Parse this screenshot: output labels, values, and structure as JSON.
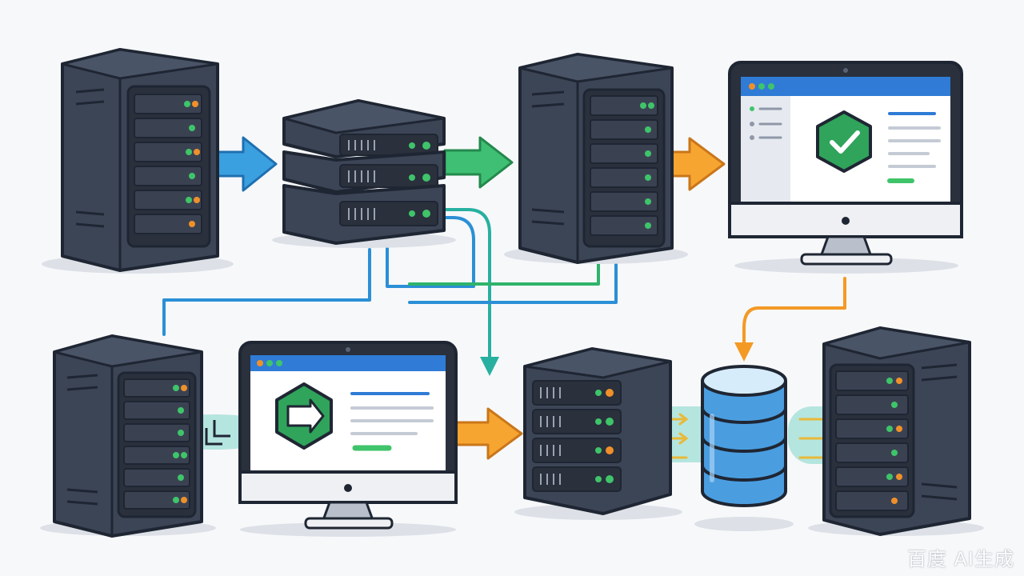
{
  "diagram": {
    "colors": {
      "background": "#f7f8fa",
      "outline": "#1f2633",
      "server_body": "#3c4556",
      "server_panel": "#2a303c",
      "led_green": "#3fc46a",
      "led_orange": "#f0902a",
      "flow_blue": "#2b8fd6",
      "flow_green": "#2fb36b",
      "flow_teal": "#27b0a0",
      "flow_orange": "#f39a25",
      "db_blue": "#4a9ee0",
      "badge_green": "#2fa45a"
    },
    "nodes": [
      {
        "name": "server-tower-1",
        "kind": "tower"
      },
      {
        "name": "switch-stack",
        "kind": "switch"
      },
      {
        "name": "server-tower-2",
        "kind": "tower"
      },
      {
        "name": "monitor-verified",
        "kind": "monitor",
        "icon": "check-shield-icon"
      },
      {
        "name": "server-tower-3",
        "kind": "tower"
      },
      {
        "name": "monitor-forward",
        "kind": "monitor",
        "icon": "arrow-shield-icon"
      },
      {
        "name": "server-rack-4",
        "kind": "rack"
      },
      {
        "name": "database-cylinder",
        "kind": "database",
        "icon": "database-icon"
      },
      {
        "name": "server-tower-5",
        "kind": "tower"
      }
    ],
    "edges": [
      {
        "from": "server-tower-1",
        "to": "switch-stack",
        "color": "flow_blue"
      },
      {
        "from": "switch-stack",
        "to": "server-tower-2",
        "color": "flow_green"
      },
      {
        "from": "server-tower-2",
        "to": "monitor-verified",
        "color": "flow_orange"
      },
      {
        "from": "monitor-verified",
        "to": "database-cylinder",
        "color": "flow_orange"
      },
      {
        "from": "switch-stack",
        "to": "server-tower-3",
        "color": "flow_blue"
      },
      {
        "from": "switch-stack",
        "to": "server-rack-4",
        "color": "flow_teal"
      },
      {
        "from": "server-tower-3",
        "to": "monitor-forward",
        "color": "flow_teal"
      },
      {
        "from": "monitor-forward",
        "to": "server-rack-4",
        "color": "flow_orange"
      },
      {
        "from": "server-rack-4",
        "to": "database-cylinder",
        "color": "flow_teal"
      },
      {
        "from": "database-cylinder",
        "to": "server-tower-5",
        "color": "flow_teal"
      }
    ]
  },
  "watermark": {
    "text": "百度 AI生成"
  }
}
